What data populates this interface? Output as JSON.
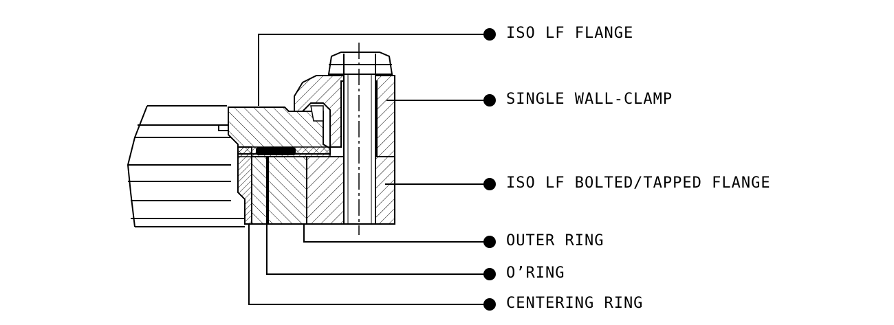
{
  "diagram": {
    "labels": {
      "iso_lf_flange": "ISO LF FLANGE",
      "single_wall_clamp": "SINGLE WALL-CLAMP",
      "iso_lf_bolted_tapped_flange": "ISO LF BOLTED/TAPPED FLANGE",
      "outer_ring": "OUTER RING",
      "o_ring": "O’RING",
      "centering_ring": "CENTERING RING"
    },
    "colors": {
      "ink": "#000000",
      "background": "#ffffff"
    }
  }
}
